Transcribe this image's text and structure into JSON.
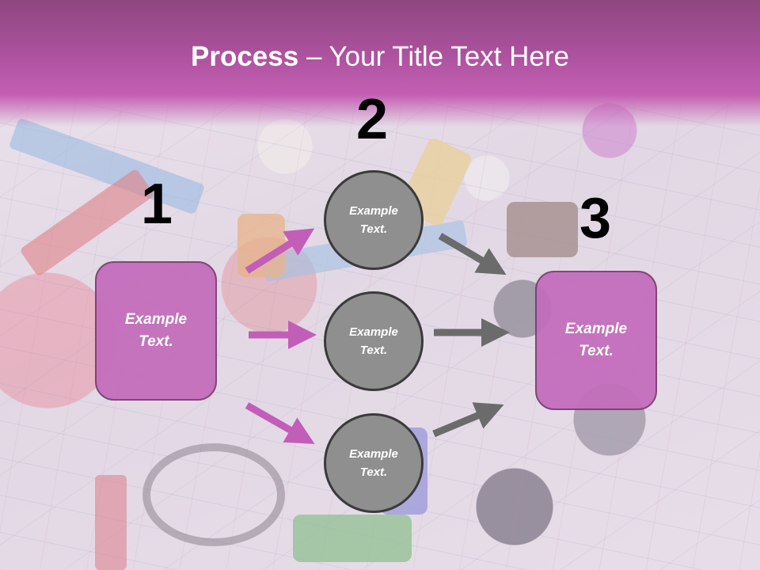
{
  "title": {
    "bold": "Process",
    "rest": " – Your Title Text Here"
  },
  "steps": [
    {
      "number": "1",
      "label_line1": "Example",
      "label_line2": "Text."
    },
    {
      "number": "2"
    },
    {
      "number": "3",
      "label_line1": "Example",
      "label_line2": "Text."
    }
  ],
  "circles": [
    {
      "line1": "Example",
      "line2": "Text."
    },
    {
      "line1": "Example",
      "line2": "Text."
    },
    {
      "line1": "Example",
      "line2": "Text."
    }
  ],
  "colors": {
    "header": "#a64f98",
    "box": "#c36cbb",
    "circle": "#8f8f8f",
    "arrow_pink": "#c25eb8",
    "arrow_gray": "#6b6b6b"
  }
}
